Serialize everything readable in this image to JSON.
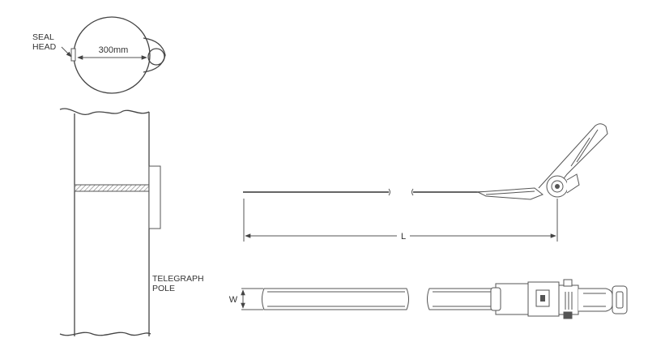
{
  "labels": {
    "seal_head_line1": "SEAL",
    "seal_head_line2": "HEAD",
    "diameter": "300mm",
    "pole_line1": "TELEGRAPH",
    "pole_line2": "POLE",
    "length": "L",
    "width": "W"
  },
  "colors": {
    "line": "#555555",
    "hatch": "#777777",
    "background": "#ffffff"
  }
}
